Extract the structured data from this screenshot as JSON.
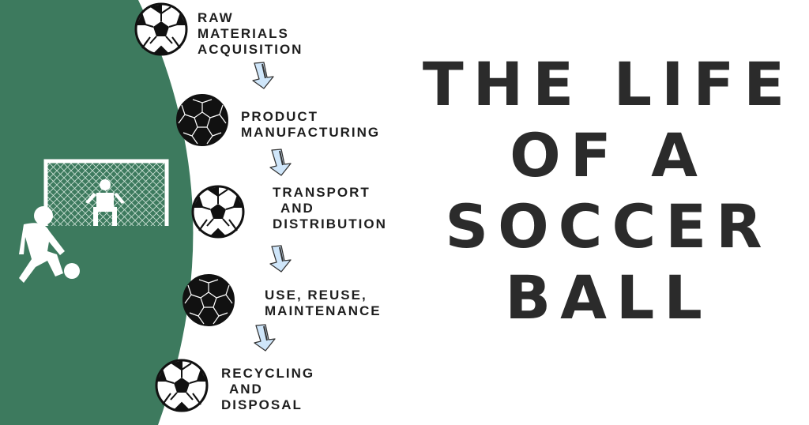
{
  "colors": {
    "field": "#3d7a5e",
    "ink": "#1e1e1e",
    "arrow_fill": "#cfe6fa"
  },
  "steps": [
    {
      "lines": [
        "RAW",
        "MATERIALS",
        "ACQUISITION"
      ],
      "ball": "classic-ball-icon"
    },
    {
      "lines": [
        "PRODUCT",
        "MANUFACTURING"
      ],
      "ball": "dark-ball-icon"
    },
    {
      "lines": [
        "TRANSPORT",
        "AND",
        "DISTRIBUTION"
      ],
      "ball": "classic-ball-icon"
    },
    {
      "lines": [
        "USE, REUSE,",
        "MAINTENANCE"
      ],
      "ball": "dark-ball-icon"
    },
    {
      "lines": [
        "RECYCLING",
        "AND",
        "DISPOSAL"
      ],
      "ball": "classic-ball-icon"
    }
  ],
  "title": {
    "lines": [
      "THE LIFE",
      "OF A",
      "SOCCER",
      "BALL"
    ]
  }
}
